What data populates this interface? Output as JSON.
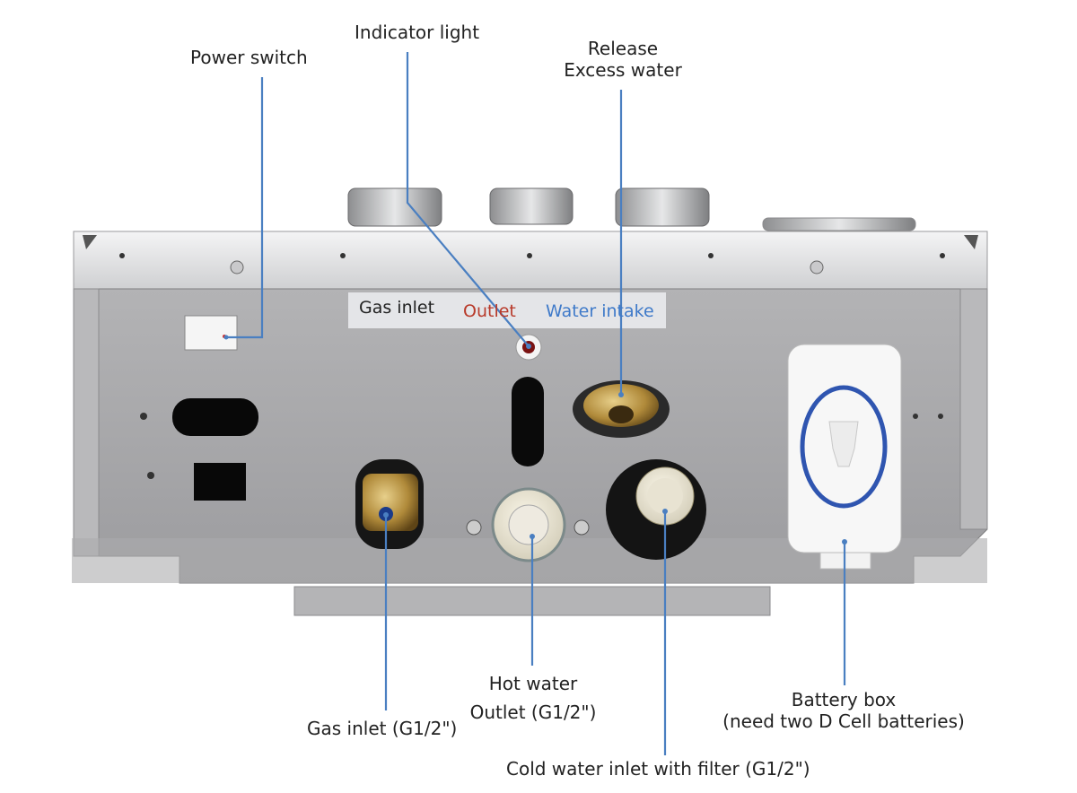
{
  "callouts": {
    "power_switch": "Power switch",
    "indicator_light": "Indicator light",
    "release_line1": "Release",
    "release_line2": "Excess water",
    "gas_inlet": "Gas inlet (G1/2\")",
    "hot_water_line1": "Hot water",
    "hot_water_line2": "Outlet (G1/2\")",
    "cold_water_inlet": "Cold water inlet  with filter (G1/2\")",
    "battery_line1": "Battery box",
    "battery_line2": "(need two D Cell batteries)"
  },
  "panel_labels": {
    "gas_inlet": "Gas inlet",
    "outlet": "Outlet",
    "water_intake": "Water intake"
  },
  "colors": {
    "leader_line": "#4a7fc1",
    "outlet_text": "#b83a2a",
    "water_intake_text": "#3f7ac9",
    "battery_ring": "#2f55b0",
    "body_grey": "#a9a9ab"
  }
}
